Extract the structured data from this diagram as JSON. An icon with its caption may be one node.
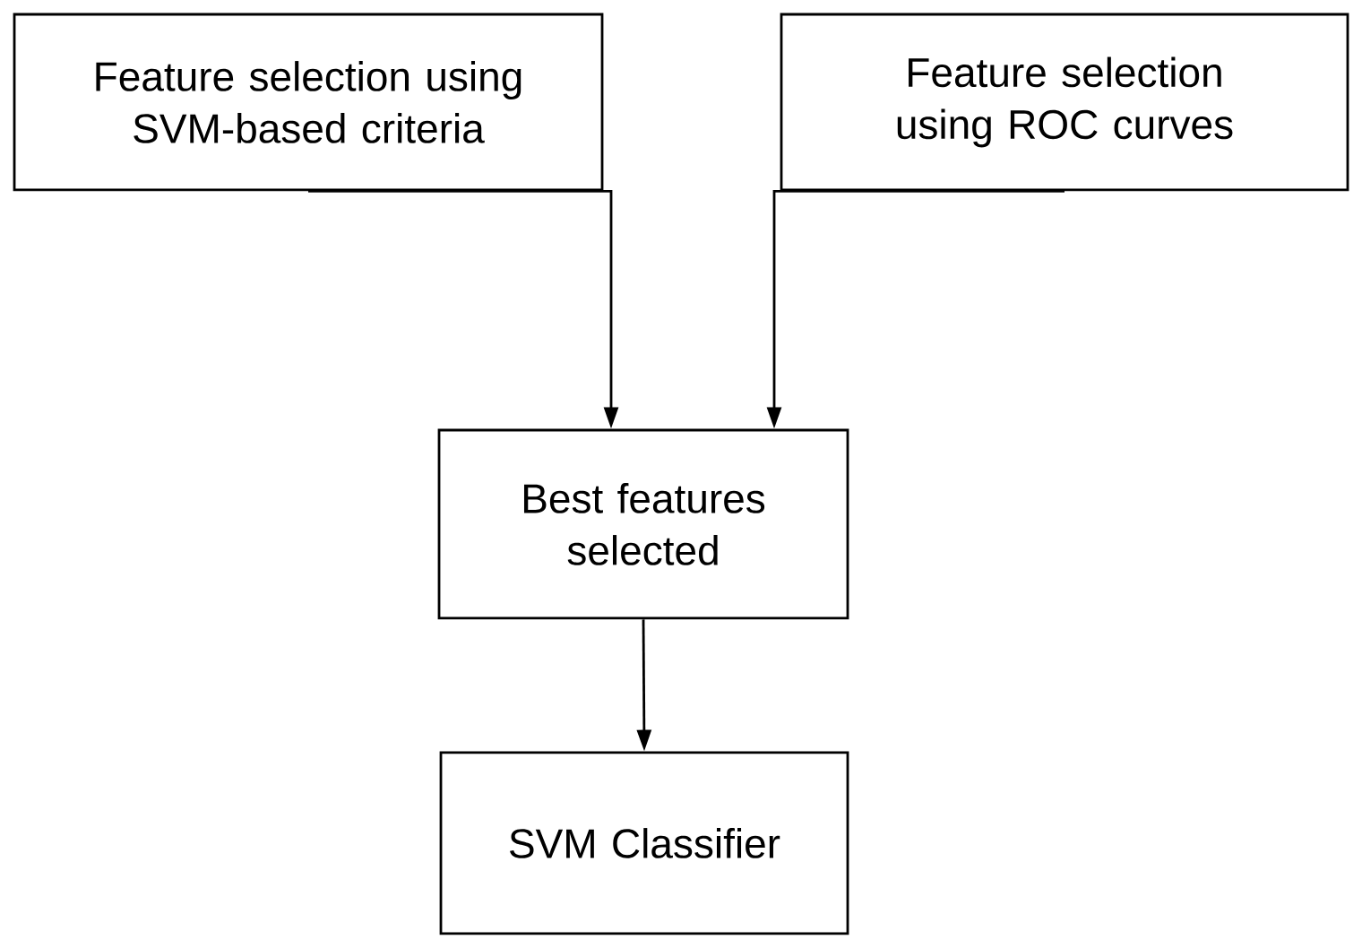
{
  "diagram": {
    "nodes": [
      {
        "text": [
          "Feature selection using SVM-based criteria"
        ]
      },
      {
        "text": [
          "Feature selection using ROC curves"
        ]
      },
      {
        "text": [
          "Best features selected"
        ]
      },
      {
        "text": [
          "SVM Classifier"
        ]
      }
    ],
    "edges": [
      {
        "from": 0,
        "to": 2,
        "arrow": "to"
      },
      {
        "from": 1,
        "to": 2,
        "arrow": "to"
      },
      {
        "from": 2,
        "to": 3,
        "arrow": "to"
      }
    ]
  }
}
